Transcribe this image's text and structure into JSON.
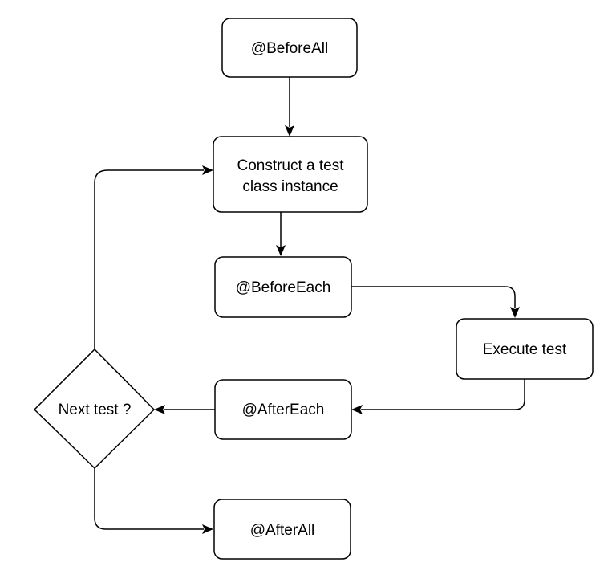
{
  "diagram": {
    "nodes": {
      "before_all": "@BeforeAll",
      "construct_line1": "Construct a test",
      "construct_line2": "class instance",
      "before_each": "@BeforeEach",
      "execute_test": "Execute test",
      "after_each": "@AfterEach",
      "next_test": "Next test ?",
      "after_all": "@AfterAll"
    }
  }
}
